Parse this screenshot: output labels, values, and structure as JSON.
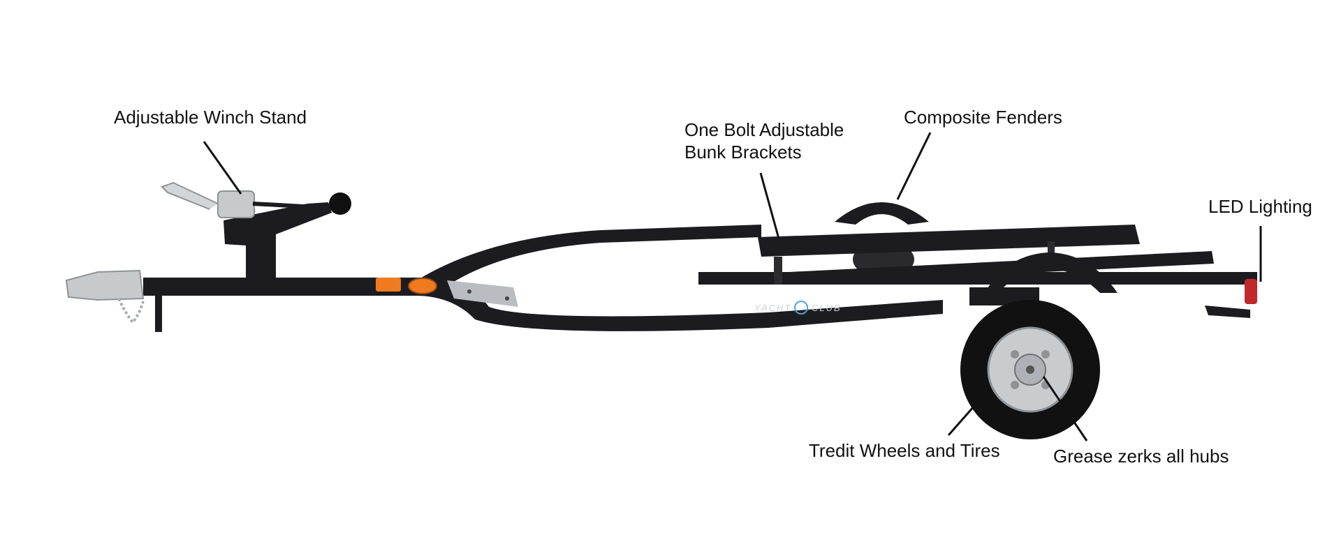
{
  "colors": {
    "frame": "#1c1c20",
    "steel": "#b9bcc0",
    "amber": "#f07a1e",
    "tail_red": "#c0282c",
    "tire": "#111111",
    "leader": "#111111"
  },
  "brand": {
    "left": "YACHT",
    "right": "CLUB"
  },
  "labels": {
    "winch": "Adjustable Winch Stand",
    "bunk_line1": "One Bolt Adjustable",
    "bunk_line2": "Bunk Brackets",
    "fenders": "Composite Fenders",
    "led": "LED Lighting",
    "wheels": "Tredit Wheels and Tires",
    "grease": "Grease zerks all hubs"
  }
}
